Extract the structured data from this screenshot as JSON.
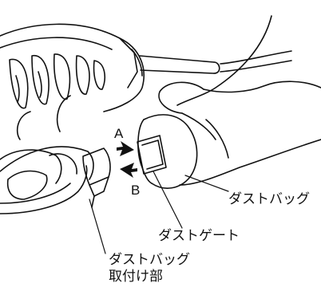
{
  "labels": {
    "arrow_a": "A",
    "arrow_b": "B",
    "dust_bag": "ダストバッグ",
    "dust_gate": "ダストゲート",
    "mount_line1": "ダストバッグ",
    "mount_line2": "取付け部"
  },
  "colors": {
    "ink": "#111111",
    "background": "#ffffff"
  }
}
